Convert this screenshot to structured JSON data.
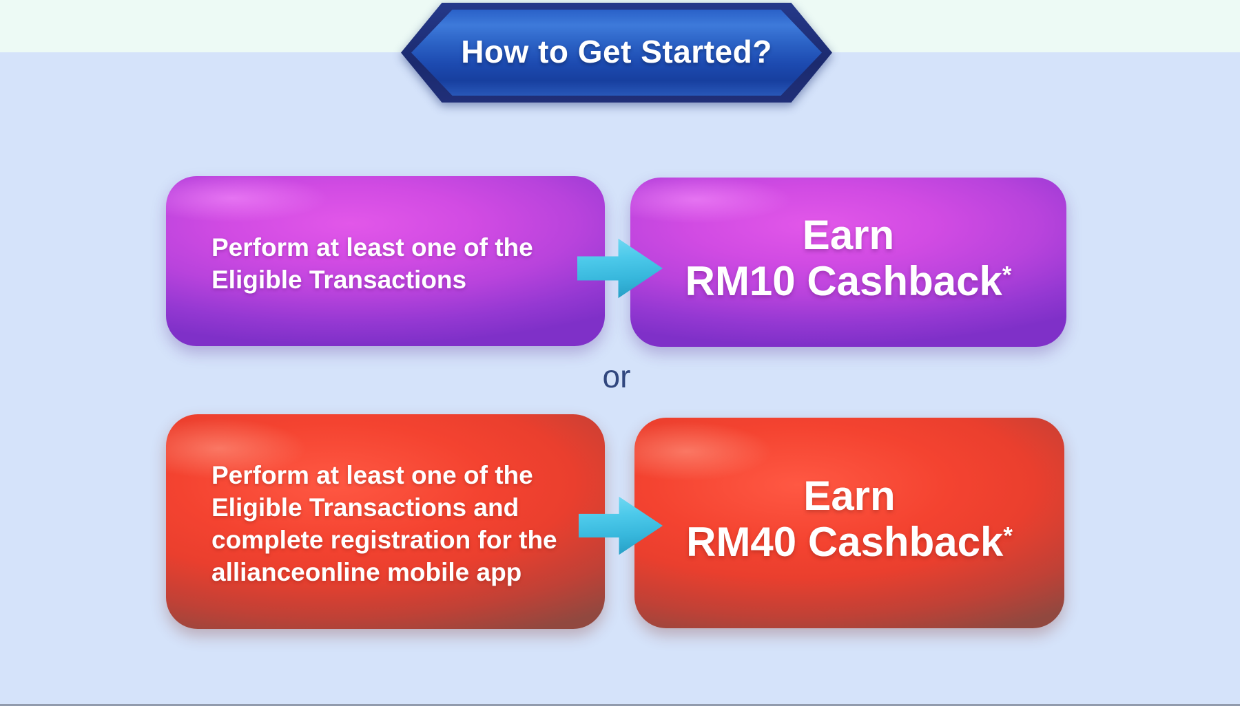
{
  "page": {
    "bg_top_strip": "#edfaf5",
    "bg_main": "#d5e3fa"
  },
  "banner": {
    "title": "How to Get Started?",
    "fill_color": "#2a5ec8",
    "border_color": "#1b2a6e",
    "text_color": "#ffffff"
  },
  "separator": {
    "or_label": "or",
    "text_color": "#31477e"
  },
  "arrow": {
    "color": "#46c6e8"
  },
  "flows": [
    {
      "name": "option-1",
      "box_color": "#c84ae0",
      "step_lines": [
        "Perform at least one of the",
        "Eligible Transactions"
      ],
      "reward_line1": "Earn",
      "reward_line2": "RM10 Cashback",
      "reward_asterisk": "*"
    },
    {
      "name": "option-2",
      "box_color": "#f2402e",
      "step_lines": [
        "Perform at least one of the",
        "Eligible Transactions and",
        "complete registration for the",
        "allianceonline mobile app"
      ],
      "reward_line1": "Earn",
      "reward_line2": "RM40 Cashback",
      "reward_asterisk": "*"
    }
  ]
}
